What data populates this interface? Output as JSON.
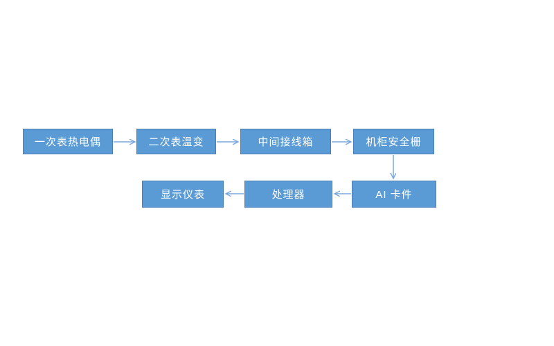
{
  "diagram": {
    "type": "flowchart",
    "colors": {
      "node_fill": "#5B9BD5",
      "node_border": "#4A7EBB",
      "arrow": "#7BA7DC",
      "text": "#FFFFFF",
      "background": "#FFFFFF"
    },
    "nodes": [
      {
        "id": "primary-thermocouple",
        "label": "一次表热电偶"
      },
      {
        "id": "secondary-temp-transmitter",
        "label": "二次表温变"
      },
      {
        "id": "intermediate-junction-box",
        "label": "中间接线箱"
      },
      {
        "id": "cabinet-safety-barrier",
        "label": "机柜安全栅"
      },
      {
        "id": "ai-card",
        "label": "AI 卡件"
      },
      {
        "id": "processor",
        "label": "处理器"
      },
      {
        "id": "display-instrument",
        "label": "显示仪表"
      }
    ],
    "edges": [
      {
        "from": "一次表热电偶",
        "to": "二次表温变"
      },
      {
        "from": "二次表温变",
        "to": "中间接线箱"
      },
      {
        "from": "中间接线箱",
        "to": "机柜安全栅"
      },
      {
        "from": "机柜安全栅",
        "to": "AI 卡件"
      },
      {
        "from": "AI 卡件",
        "to": "处理器"
      },
      {
        "from": "处理器",
        "to": "显示仪表"
      }
    ]
  }
}
